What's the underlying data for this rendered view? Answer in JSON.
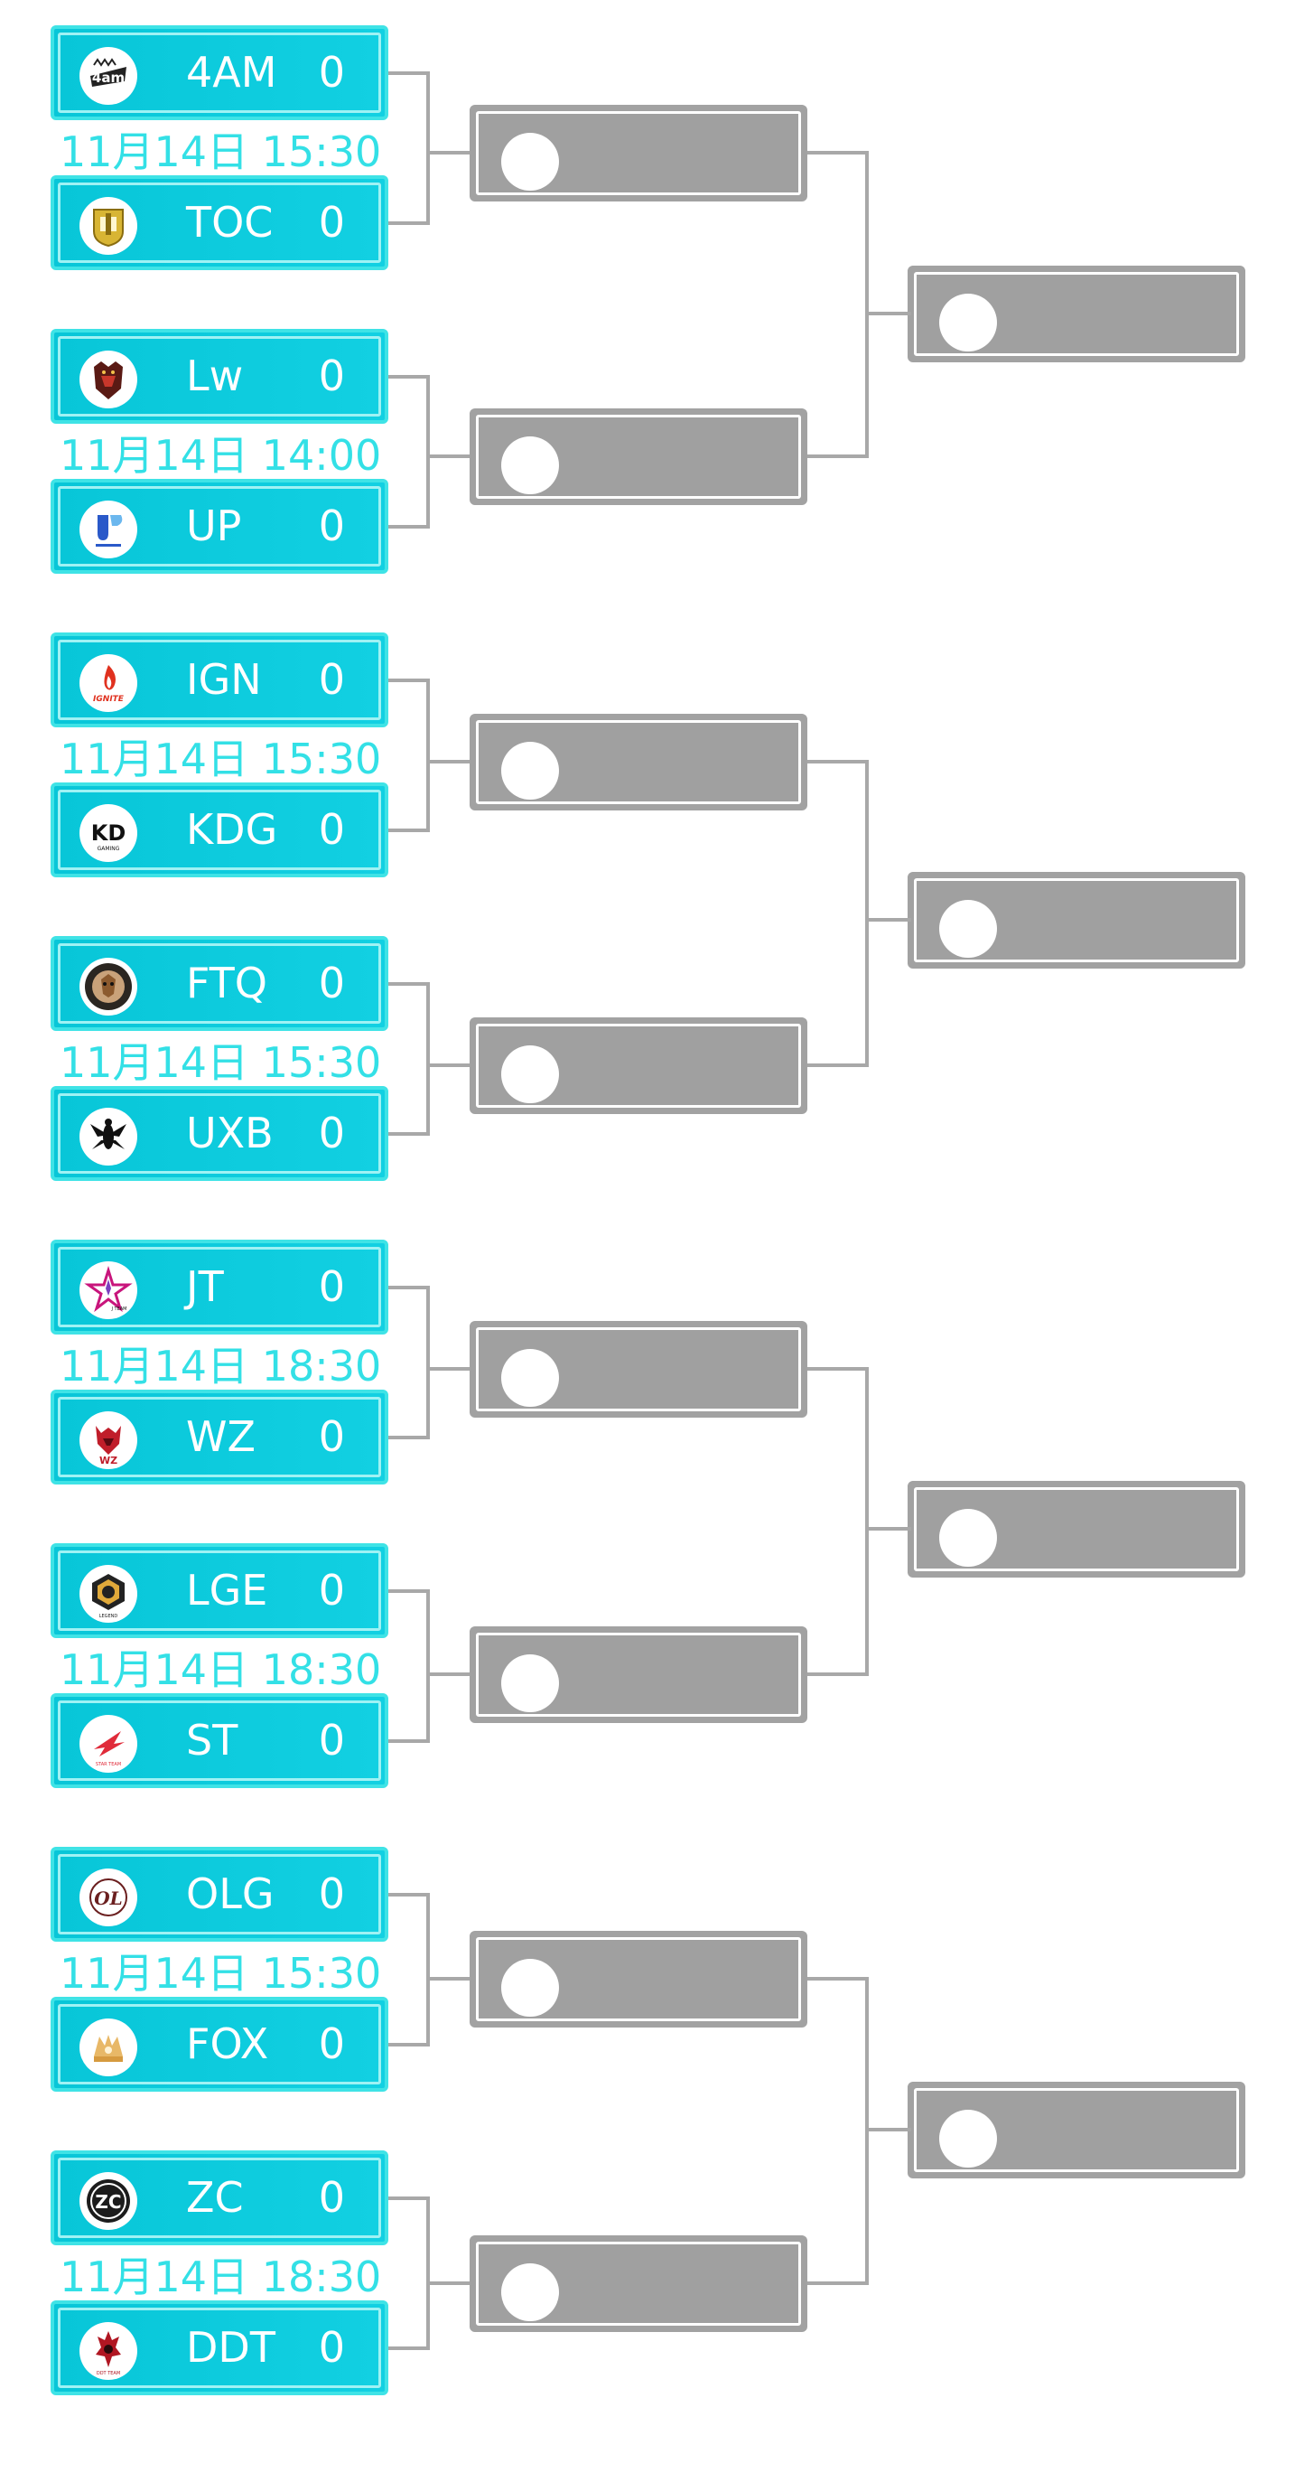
{
  "matches": [
    {
      "date": "11月14日  15:30",
      "team1": {
        "name": "4AM",
        "score": "0",
        "icon": "4am-logo-icon"
      },
      "team2": {
        "name": "TOC",
        "score": "0",
        "icon": "toc-logo-icon"
      }
    },
    {
      "date": "11月14日  14:00",
      "team1": {
        "name": "Lw",
        "score": "0",
        "icon": "lw-logo-icon"
      },
      "team2": {
        "name": "UP",
        "score": "0",
        "icon": "up-logo-icon"
      }
    },
    {
      "date": "11月14日  15:30",
      "team1": {
        "name": "IGN",
        "score": "0",
        "icon": "ignite-logo-icon"
      },
      "team2": {
        "name": "KDG",
        "score": "0",
        "icon": "kdg-logo-icon"
      }
    },
    {
      "date": "11月14日  15:30",
      "team1": {
        "name": "FTQ",
        "score": "0",
        "icon": "ftq-logo-icon"
      },
      "team2": {
        "name": "UXB",
        "score": "0",
        "icon": "uxb-logo-icon"
      }
    },
    {
      "date": "11月14日  18:30",
      "team1": {
        "name": "JT",
        "score": "0",
        "icon": "jt-logo-icon"
      },
      "team2": {
        "name": "WZ",
        "score": "0",
        "icon": "wz-logo-icon"
      }
    },
    {
      "date": "11月14日  18:30",
      "team1": {
        "name": "LGE",
        "score": "0",
        "icon": "lge-logo-icon"
      },
      "team2": {
        "name": "ST",
        "score": "0",
        "icon": "st-logo-icon"
      }
    },
    {
      "date": "11月14日  15:30",
      "team1": {
        "name": "OLG",
        "score": "0",
        "icon": "olg-logo-icon"
      },
      "team2": {
        "name": "FOX",
        "score": "0",
        "icon": "fox-logo-icon"
      }
    },
    {
      "date": "11月14日  18:30",
      "team1": {
        "name": "ZC",
        "score": "0",
        "icon": "zc-logo-icon"
      },
      "team2": {
        "name": "DDT",
        "score": "0",
        "icon": "ddt-logo-icon"
      }
    }
  ],
  "colors": {
    "team_fill": "#0cc9db",
    "team_border": "#3fe3e6",
    "date_text": "#33e0e6",
    "slot_fill": "#a0a0a0",
    "connector": "#a8a8a8"
  }
}
